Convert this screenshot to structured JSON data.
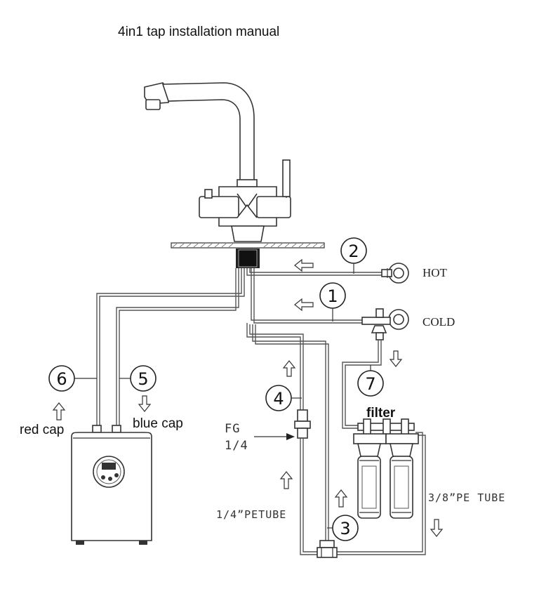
{
  "title": "4in1 tap installation manual",
  "labels": {
    "hot": "HOT",
    "cold": "COLD",
    "filter": "filter",
    "red_cap": "red cap",
    "blue_cap": "blue cap",
    "fg_line1": "FG",
    "fg_line2": "1/4",
    "pe_tube_quarter": "1/4”PETUBE",
    "pe_tube_three_eighths": "3/8”PE TUBE"
  },
  "callouts": [
    "1",
    "2",
    "3",
    "4",
    "5",
    "6",
    "7"
  ]
}
